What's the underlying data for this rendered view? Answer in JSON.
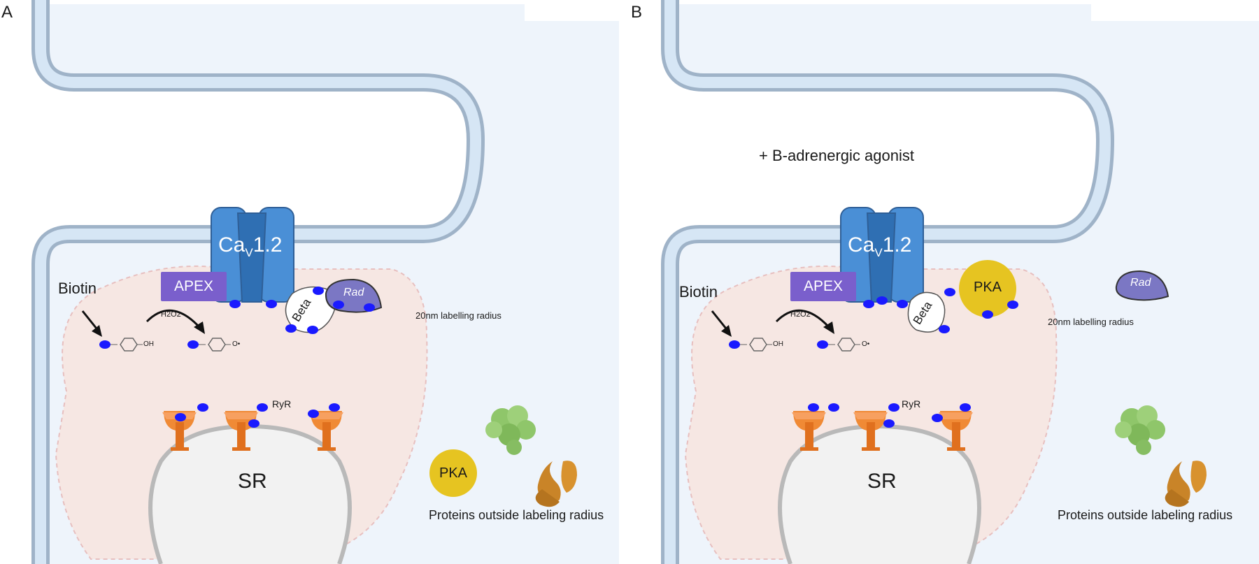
{
  "panels": [
    {
      "letter": "A",
      "channel_label": "Ca",
      "channel_sub": "V",
      "channel_suffix": "1.2",
      "apex_label": "APEX",
      "biotin_label": "Biotin",
      "h2o2_label": "H2O2",
      "oh_label": "OH",
      "radical_label": "O•",
      "beta_label": "Beta",
      "rad_label": "Rad",
      "radius_label": "20nm labelling radius",
      "ryr_label": "RyR",
      "sr_label": "SR",
      "pka_label": "PKA",
      "outside_label": "Proteins outside labeling radius"
    },
    {
      "letter": "B",
      "agonist_label": "+ B-adrenergic agonist",
      "channel_label": "Ca",
      "channel_sub": "V",
      "channel_suffix": "1.2",
      "apex_label": "APEX",
      "biotin_label": "Biotin",
      "h2o2_label": "H2O2",
      "oh_label": "OH",
      "radical_label": "O•",
      "beta_label": "Beta",
      "pka_label": "PKA",
      "rad_label": "Rad",
      "radius_label": "20nm labelling radius",
      "ryr_label": "RyR",
      "sr_label": "SR",
      "outside_label": "Proteins outside labeling radius"
    }
  ],
  "colors": {
    "membrane_outer": "#9fb3c8",
    "membrane_inner": "#d6e6f5",
    "cytoplasm": "#eef4fb",
    "labeling_zone": "#f6e7e3",
    "channel": "#4a8fd6",
    "channel_dark": "#2f6fb3",
    "apex": "#7a5fcc",
    "biotin_dot": "#1a1aff",
    "rad": "#7b77c4",
    "pka": "#e6c421",
    "ryr": "#f08a35",
    "green_protein": "#8fc66a",
    "brown_protein": "#c98428"
  }
}
